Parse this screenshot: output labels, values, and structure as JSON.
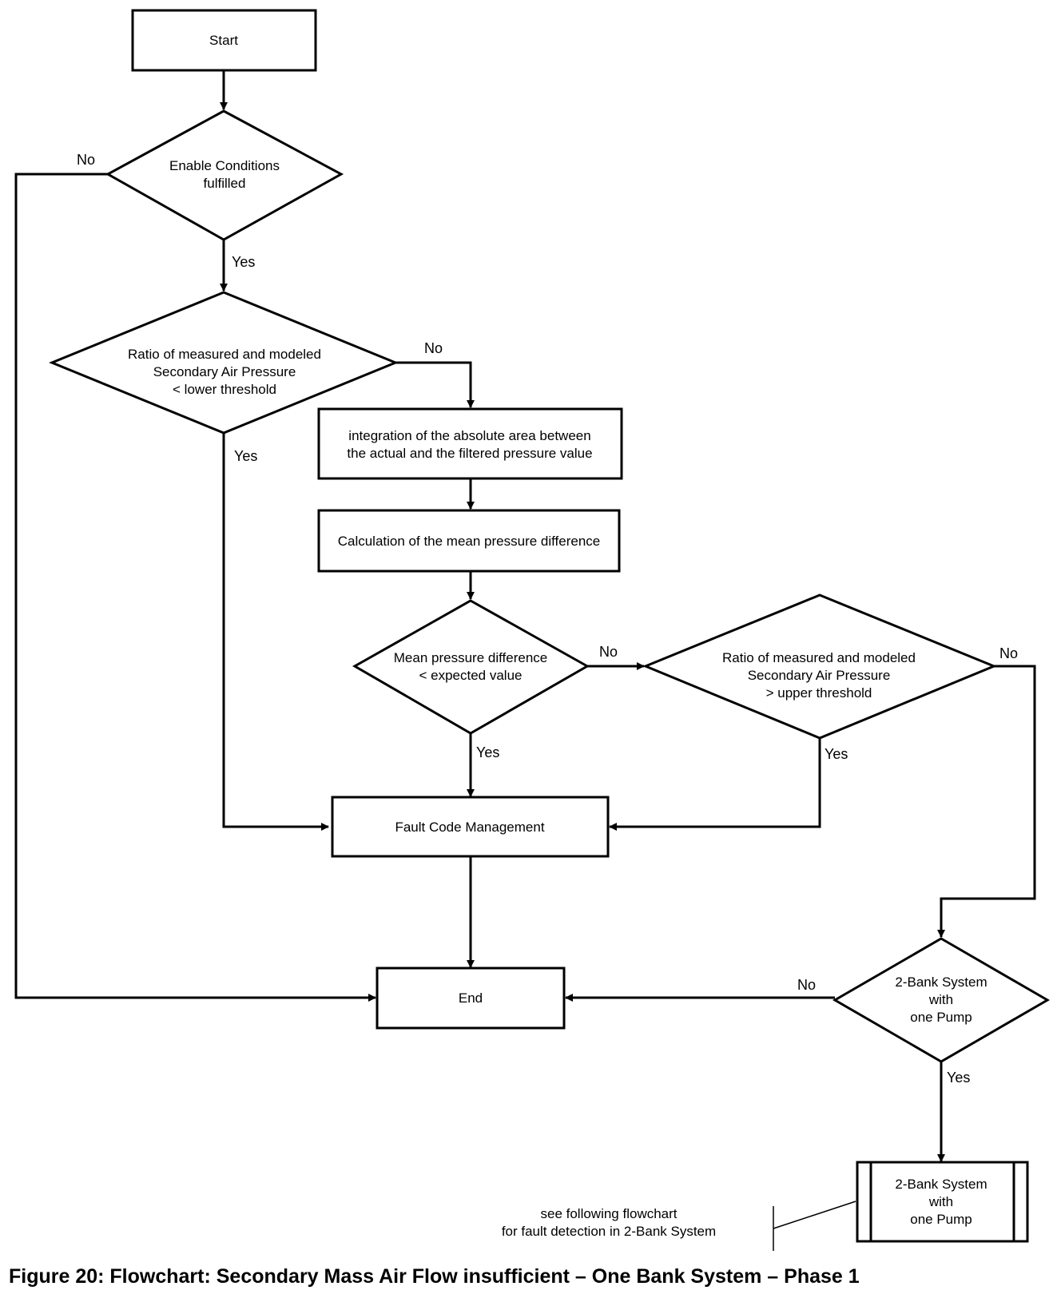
{
  "nodes": {
    "start": {
      "lines": [
        "Start"
      ]
    },
    "enable": {
      "lines": [
        "Enable Conditions",
        "fulfilled"
      ]
    },
    "ratio_lower": {
      "lines": [
        "Ratio of measured and modeled",
        "Secondary Air Pressure",
        "< lower threshold"
      ]
    },
    "integration": {
      "lines": [
        "integration of the absolute area between",
        "the actual and the filtered pressure value"
      ]
    },
    "calc": {
      "lines": [
        "Calculation of the mean pressure difference"
      ]
    },
    "mean": {
      "lines": [
        "Mean pressure difference",
        "< expected value"
      ]
    },
    "ratio_upper": {
      "lines": [
        "Ratio of measured and modeled",
        "Secondary Air Pressure",
        "> upper threshold"
      ]
    },
    "fault": {
      "lines": [
        "Fault Code Management"
      ]
    },
    "end": {
      "lines": [
        "End"
      ]
    },
    "twobank": {
      "lines": [
        "2-Bank System",
        "with",
        "one Pump"
      ]
    },
    "subprocess": {
      "lines": [
        "2-Bank System",
        "with",
        "one Pump"
      ]
    }
  },
  "edge_labels": {
    "enable_no": "No",
    "enable_yes": "Yes",
    "lower_no": "No",
    "lower_yes": "Yes",
    "mean_no": "No",
    "mean_yes": "Yes",
    "upper_no": "No",
    "upper_yes": "Yes",
    "twobank_no": "No",
    "twobank_yes": "Yes"
  },
  "annotation": {
    "lines": [
      "see following flowchart",
      "for fault detection in 2-Bank System"
    ]
  },
  "caption": "Figure 20: Flowchart: Secondary Mass Air Flow insufficient – One Bank System – Phase 1"
}
